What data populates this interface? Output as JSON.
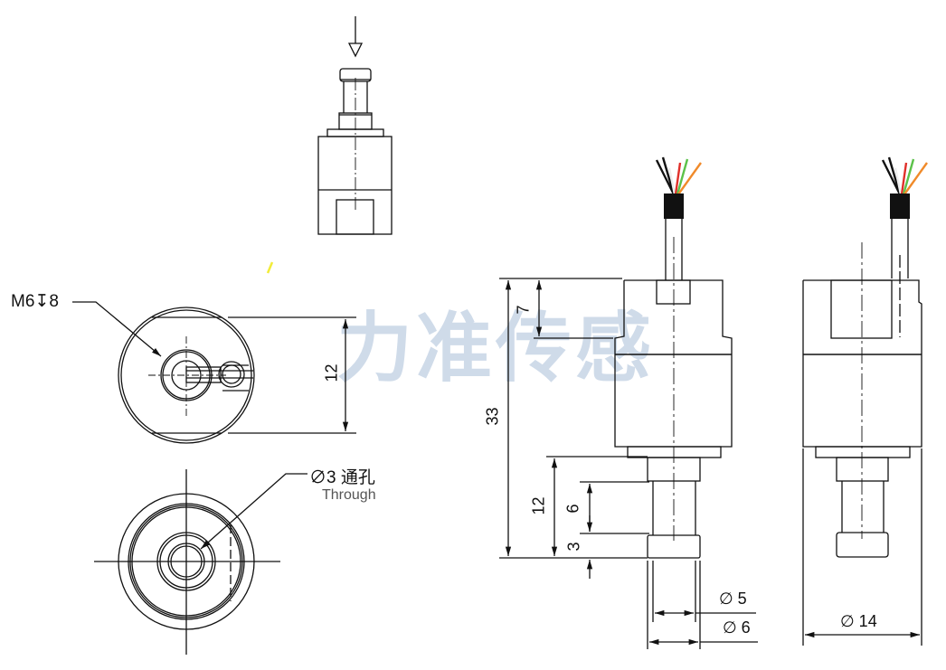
{
  "watermark": "力准传感",
  "callouts": {
    "thread": "M6↧8",
    "hole": "∅3 通孔",
    "hole_en": "Through"
  },
  "dimensions": {
    "top_view_width": "12",
    "total_height": "33",
    "top_recess": "7",
    "stem_length": "12",
    "neck_length": "6",
    "tip_length": "3",
    "d_inner": "∅  5",
    "d_outer": "∅  6",
    "d_body": "∅  14"
  },
  "colors": {
    "line": "#111111",
    "watermark": "#c7d5e6",
    "wire_red": "#e0302a",
    "wire_green": "#5cc24a",
    "wire_orange": "#f08a2a",
    "wire_white": "#f2f2f2",
    "wire_black": "#111111",
    "marker_yellow": "#f2ec3a"
  }
}
